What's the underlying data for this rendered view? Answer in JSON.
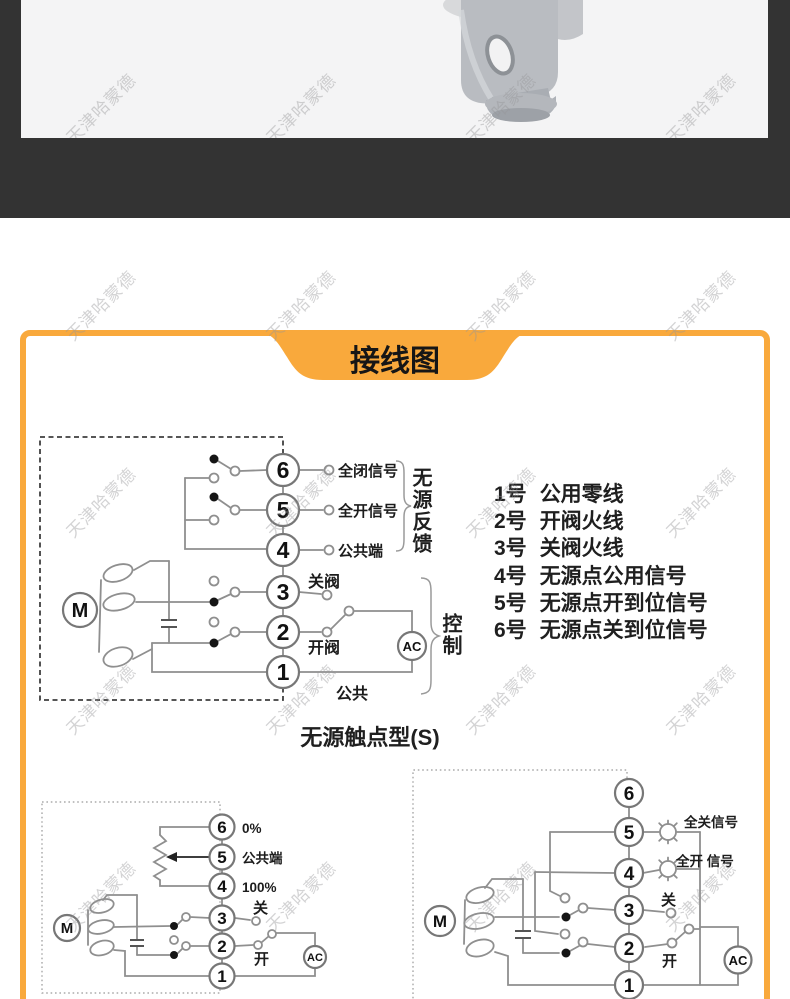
{
  "watermark": {
    "text": "天津哈蒙德"
  },
  "banner": {
    "title": "接线图"
  },
  "colors": {
    "accent_orange": "#F9A93C",
    "dark_band": "#333333",
    "photo_background": "#f4f4f5",
    "wire_gray": "#8f8f8f"
  },
  "legend": {
    "items": [
      {
        "num": "1号",
        "desc": "公用零线"
      },
      {
        "num": "2号",
        "desc": "开阀火线"
      },
      {
        "num": "3号",
        "desc": "关阀火线"
      },
      {
        "num": "4号",
        "desc": "无源点公用信号"
      },
      {
        "num": "5号",
        "desc": "无源点开到位信号"
      },
      {
        "num": "6号",
        "desc": "无源点关到位信号"
      }
    ]
  },
  "main": {
    "caption": "无源触点型(S)",
    "terminals": [
      "6",
      "5",
      "4",
      "3",
      "2",
      "1"
    ],
    "labels": {
      "full_close": "全闭信号",
      "full_open": "全开信号",
      "common_end": "公共端",
      "close_valve": "关阀",
      "open_valve": "开阀",
      "common": "公共",
      "feedback": "无源反馈",
      "control": "控制",
      "motor": "M",
      "ac": "AC"
    }
  },
  "pot": {
    "terminals": [
      "6",
      "5",
      "4",
      "3",
      "2",
      "1"
    ],
    "labels": {
      "p0": "0%",
      "common_end": "公共端",
      "p100": "100%",
      "close": "关",
      "open": "开",
      "motor": "M",
      "ac": "AC"
    }
  },
  "lamp": {
    "terminals": [
      "6",
      "5",
      "4",
      "3",
      "2",
      "1"
    ],
    "labels": {
      "full_close": "全关信号",
      "full_open": "全开 信号",
      "close": "关",
      "open": "开",
      "motor": "M",
      "ac": "AC"
    }
  }
}
